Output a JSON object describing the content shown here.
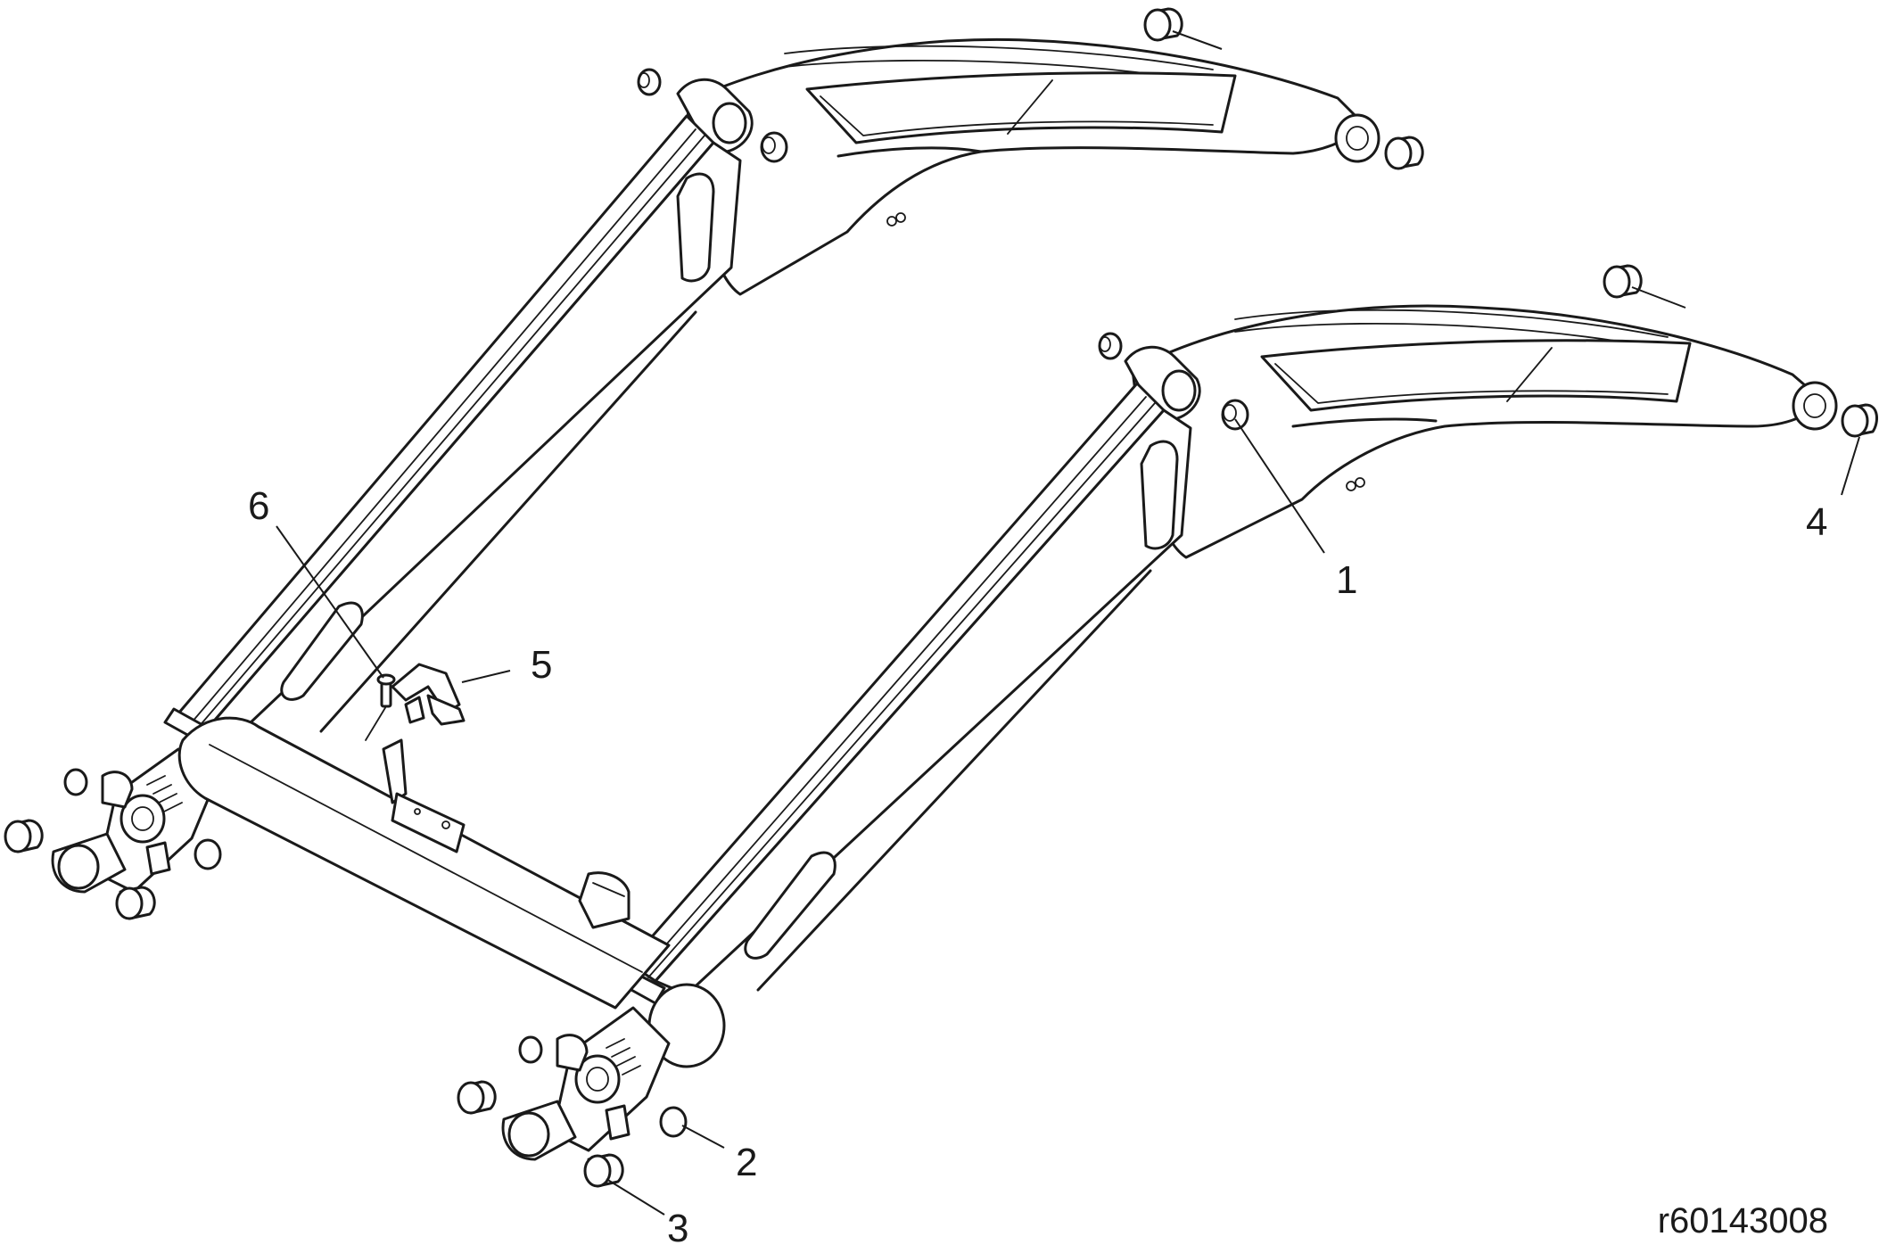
{
  "callouts": [
    {
      "id": "1",
      "label": "1"
    },
    {
      "id": "2",
      "label": "2"
    },
    {
      "id": "3",
      "label": "3"
    },
    {
      "id": "4",
      "label": "4"
    },
    {
      "id": "5",
      "label": "5"
    },
    {
      "id": "6",
      "label": "6"
    }
  ],
  "reference_code": "r60143008"
}
